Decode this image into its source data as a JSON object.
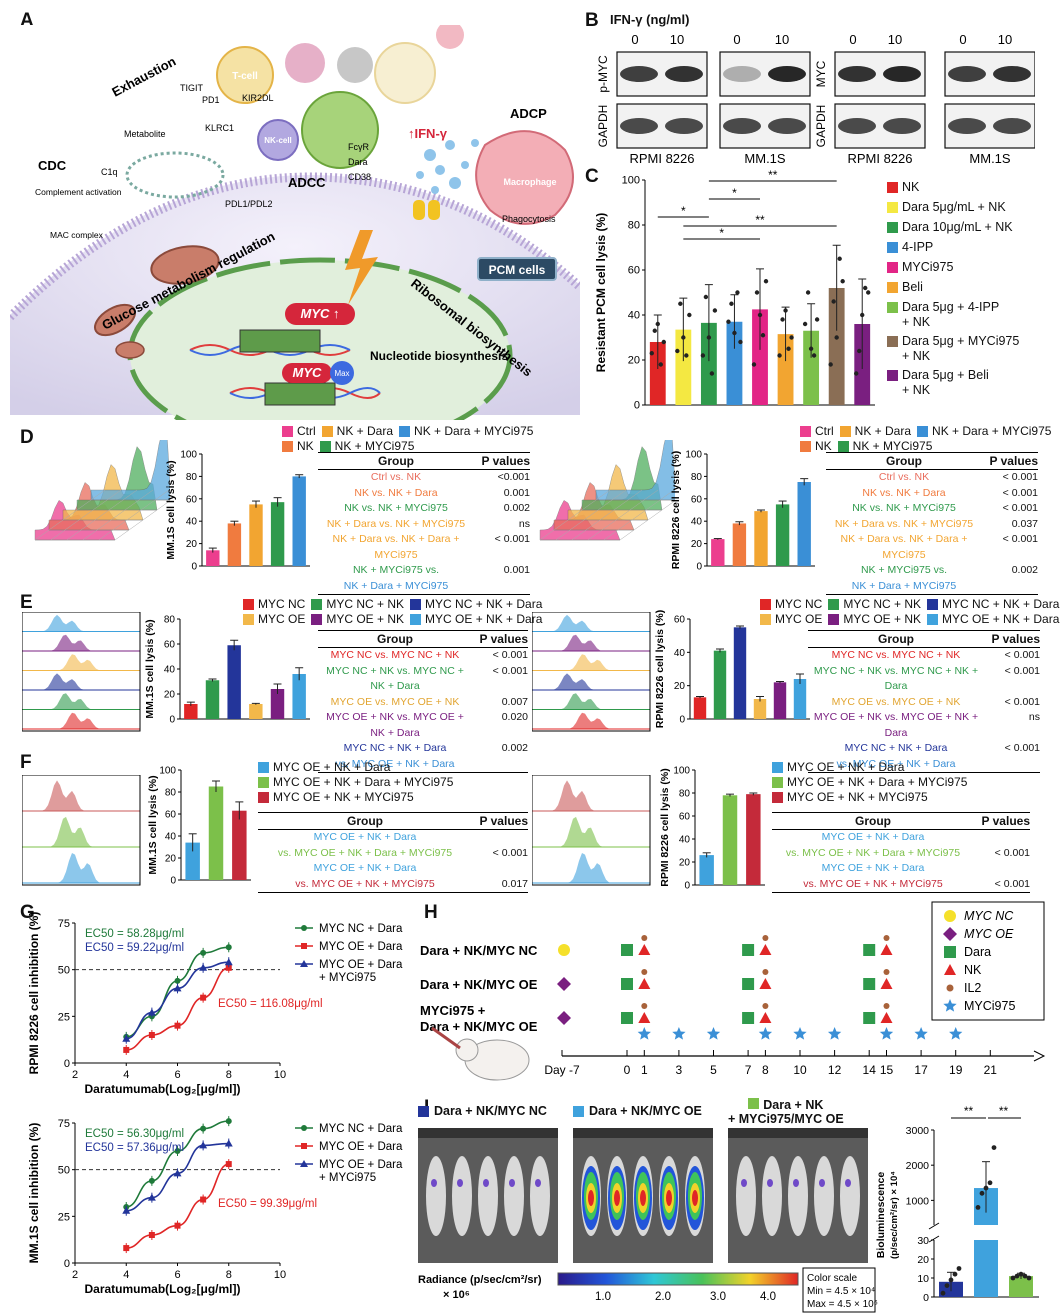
{
  "panels": {
    "A": "A",
    "B": "B",
    "C": "C",
    "D": "D",
    "E": "E",
    "F": "F",
    "G": "G",
    "H": "H",
    "I": "I"
  },
  "colors": {
    "red": "#e02626",
    "yellow": "#f4e842",
    "green": "#2f9a4c",
    "blue": "#3a8fd6",
    "magenta": "#e22586",
    "orange": "#f2a531",
    "lightgreen": "#7cc04a",
    "brown": "#8a6e55",
    "purple": "#7a1f80",
    "pink": "#ec3e8e",
    "navy": "#23359a",
    "lightblue": "#3fa2dd",
    "rose": "#e05252"
  },
  "panel_a": {
    "labels": {
      "exhaustion": "Exhaustion",
      "tigit": "TIGIT",
      "pd1": "PD1",
      "kir2dl": "KIR2DL",
      "tcell": "T-cell",
      "nkcell": "NK-cell",
      "klrc1": "KLRC1",
      "metabolite": "Metabolite",
      "cdc": "CDC",
      "c1q": "C1q",
      "complement": "Complement activation",
      "mac": "MAC complex",
      "pdl": "PDL1/PDL2",
      "adcc": "ADCC",
      "fcgr": "FcγR",
      "dara": "Dara",
      "cd38": "CD38",
      "ifn": "↑IFN-γ",
      "adcp": "ADCP",
      "macrophage": "Macrophage",
      "phago": "Phagocytosis",
      "pcm": "PCM cells",
      "glucose": "Glucose metabolism regulation",
      "ribosomal": "Ribosomal biosynthesis",
      "myc_up": "MYC ↑",
      "myc": "MYC",
      "max": "Max",
      "nucleotide": "Nucleotide biosynthesis"
    }
  },
  "panel_b": {
    "title": "IFN-γ (ng/ml)",
    "doses": [
      "0",
      "10",
      "0",
      "10",
      "0",
      "10",
      "0",
      "10"
    ],
    "rows_left": [
      "p-MYC",
      "GAPDH"
    ],
    "rows_right": [
      "MYC",
      "GAPDH"
    ],
    "cells": [
      "RPMI 8226",
      "MM.1S",
      "RPMI 8226",
      "MM.1S"
    ]
  },
  "panel_c": {
    "sig": [
      "*",
      "*",
      "**",
      "*",
      "**"
    ],
    "legend": [
      {
        "label": "NK",
        "color": "#e02626"
      },
      {
        "label": "Dara 5μg/mL + NK",
        "color": "#f4e842"
      },
      {
        "label": "Dara 10μg/mL + NK",
        "color": "#2f9a4c"
      },
      {
        "label": "4-IPP",
        "color": "#3a8fd6"
      },
      {
        "label": "MYCi975",
        "color": "#e22586"
      },
      {
        "label": "Beli",
        "color": "#f2a531"
      },
      {
        "label": "Dara 5μg + 4-IPP",
        "label2": "+ NK",
        "color": "#7cc04a"
      },
      {
        "label": "Dara 5μg + MYCi975",
        "label2": "+ NK",
        "color": "#8a6e55"
      },
      {
        "label": "Dara 5μg + Beli",
        "label2": "+ NK",
        "color": "#7a1f80"
      }
    ]
  },
  "panel_d": {
    "legend_row1": [
      "Ctrl",
      "NK + Dara",
      "NK + Dara + MYCi975"
    ],
    "legend_row2": [
      "NK",
      "NK + MYCi975"
    ],
    "table_header": [
      "Group",
      "P values"
    ],
    "rows_left": [
      [
        "Ctrl vs. NK",
        "<0.001"
      ],
      [
        "NK vs. NK + Dara",
        "0.001"
      ],
      [
        "NK vs. NK + MYCi975",
        "0.002"
      ],
      [
        "NK + Dara vs. NK + MYCi975",
        "ns"
      ],
      [
        "NK + Dara vs. NK + Dara + MYCi975",
        "< 0.001"
      ],
      [
        "NK + MYCi975 vs.",
        "0.001"
      ],
      [
        "NK + Dara + MYCi975",
        ""
      ]
    ],
    "rows_right": [
      [
        "Ctrl vs. NK",
        "< 0.001"
      ],
      [
        "NK vs. NK + Dara",
        "< 0.001"
      ],
      [
        "NK vs. NK + MYCi975",
        "< 0.001"
      ],
      [
        "NK + Dara vs. NK + MYCi975",
        "0.037"
      ],
      [
        "NK + Dara vs. NK + Dara + MYCi975",
        "< 0.001"
      ],
      [
        "NK + MYCi975 vs.",
        "0.002"
      ],
      [
        "NK + Dara + MYCi975",
        ""
      ]
    ]
  },
  "panel_e": {
    "legend_row1": [
      "MYC NC",
      "MYC NC + NK",
      "MYC NC + NK + Dara"
    ],
    "legend_row2": [
      "MYC OE",
      "MYC OE + NK",
      "MYC OE + NK + Dara"
    ],
    "table_header": [
      "Group",
      "P values"
    ],
    "rows_left": [
      [
        "MYC NC vs. MYC NC + NK",
        "< 0.001"
      ],
      [
        "MYC NC + NK vs. MYC NC + NK + Dara",
        "< 0.001"
      ],
      [
        "MYC OE vs. MYC OE + NK",
        "0.007"
      ],
      [
        "MYC OE + NK vs. MYC OE + NK + Dara",
        "0.020"
      ],
      [
        "MYC NC + NK + Dara",
        "0.002"
      ],
      [
        "vs. MYC OE + NK + Dara",
        ""
      ]
    ],
    "rows_right": [
      [
        "MYC NC vs. MYC NC + NK",
        "< 0.001"
      ],
      [
        "MYC NC + NK vs. MYC NC + NK + Dara",
        "< 0.001"
      ],
      [
        "MYC OE vs. MYC OE + NK",
        "< 0.001"
      ],
      [
        "MYC OE + NK vs. MYC OE + NK + Dara",
        "ns"
      ],
      [
        "MYC NC + NK + Dara",
        "< 0.001"
      ],
      [
        "vs. MYC OE + NK + Dara",
        ""
      ]
    ]
  },
  "panel_f": {
    "legend": [
      "MYC OE + NK + Dara",
      "MYC OE + NK + Dara + MYCi975",
      "MYC OE + NK + MYCi975"
    ],
    "table_header": [
      "Group",
      "P values"
    ],
    "rows_left": [
      [
        "MYC OE + NK + Dara",
        ""
      ],
      [
        "vs. MYC OE + NK + Dara + MYCi975",
        "< 0.001"
      ],
      [
        "MYC OE + NK + Dara",
        ""
      ],
      [
        "vs. MYC OE + NK + MYCi975",
        "0.017"
      ]
    ],
    "rows_right": [
      [
        "MYC OE + NK + Dara",
        ""
      ],
      [
        "vs. MYC OE + NK + Dara + MYCi975",
        "< 0.001"
      ],
      [
        "MYC OE + NK + Dara",
        ""
      ],
      [
        "vs. MYC OE + NK + MYCi975",
        "< 0.001"
      ]
    ]
  },
  "panel_g": {
    "legend": [
      "MYC NC + Dara",
      "MYC OE + Dara",
      "MYC OE + Dara",
      "+ MYCi975"
    ],
    "top": {
      "ec50_nc": "EC50 = 58.28μg/ml",
      "ec50_oe_myci": "EC50 = 59.22μg/ml",
      "ec50_oe": "EC50 = 116.08μg/ml"
    },
    "bottom": {
      "ec50_nc": "EC50 = 56.30μg/ml",
      "ec50_oe_myci": "EC50 = 57.36μg/ml",
      "ec50_oe": "EC50 = 99.39μg/ml"
    }
  },
  "panel_h": {
    "groups": [
      "Dara + NK/MYC NC",
      "Dara + NK/MYC OE",
      "MYCi975 +",
      "Dara + NK/MYC OE"
    ],
    "legend": [
      "MYC NC",
      "MYC OE",
      "Dara",
      "NK",
      "IL2",
      "MYCi975"
    ],
    "days": [
      "Day -7",
      "0",
      "1",
      "3",
      "5",
      "7",
      "8",
      "10",
      "12",
      "14",
      "15",
      "17",
      "19",
      "21"
    ]
  },
  "panel_i": {
    "groups": [
      "Dara + NK/MYC NC",
      "Dara + NK/MYC OE",
      "Dara + NK",
      "+ MYCi975/MYC OE"
    ],
    "radiance_label": "Radiance (p/sec/cm²/sr)",
    "radiance_unit": "× 10⁶",
    "color_scale": [
      "Color scale",
      "Min = 4.5 × 10⁴",
      "Max = 4.5 × 10⁶"
    ],
    "sig": [
      "**",
      "**"
    ]
  },
  "chart_data": [
    {
      "id": "C",
      "type": "bar",
      "ylabel": "Resistant PCM cell lysis (%)",
      "ylim": [
        0,
        100
      ],
      "yticks": [
        0,
        20,
        40,
        60,
        80,
        100
      ],
      "categories": [
        "NK",
        "Dara 5μg/mL + NK",
        "Dara 10μg/mL + NK",
        "4-IPP",
        "MYCi975",
        "Beli",
        "Dara 5μg + 4-IPP + NK",
        "Dara 5μg + MYCi975 + NK",
        "Dara 5μg + Beli + NK"
      ],
      "values": [
        28,
        33.5,
        36.5,
        37,
        42.5,
        31.5,
        33,
        52,
        36
      ],
      "errors": [
        12,
        14,
        17,
        12,
        18,
        12,
        12,
        19,
        20
      ],
      "points": [
        [
          23,
          33,
          36,
          18,
          28
        ],
        [
          24,
          45,
          30,
          22,
          40
        ],
        [
          22,
          48,
          30,
          14,
          42
        ],
        [
          37,
          45,
          32,
          50,
          28
        ],
        [
          18,
          50,
          40,
          31,
          55
        ],
        [
          22,
          38,
          42,
          25,
          30
        ],
        [
          36,
          50,
          25,
          22,
          38
        ],
        [
          18,
          46,
          30,
          65,
          55
        ],
        [
          14,
          24,
          40,
          52,
          50
        ]
      ]
    },
    {
      "id": "D-left",
      "type": "bar",
      "ylabel": "MM.1S cell lysis (%)",
      "ylim": [
        0,
        100
      ],
      "yticks": [
        0,
        20,
        40,
        60,
        80,
        100
      ],
      "categories": [
        "Ctrl",
        "NK",
        "NK + Dara",
        "NK + MYCi975",
        "NK + Dara + MYCi975"
      ],
      "values": [
        14,
        38,
        55,
        57,
        80
      ],
      "errors": [
        2,
        2,
        3,
        4,
        1.5
      ]
    },
    {
      "id": "D-right",
      "type": "bar",
      "ylabel": "RPMI 8226 cell lysis (%)",
      "ylim": [
        0,
        100
      ],
      "yticks": [
        0,
        20,
        40,
        60,
        80,
        100
      ],
      "categories": [
        "Ctrl",
        "NK",
        "NK + Dara",
        "NK + MYCi975",
        "NK + Dara + MYCi975"
      ],
      "values": [
        24,
        38,
        49,
        55,
        75
      ],
      "errors": [
        0.5,
        1.5,
        1,
        3,
        3
      ]
    },
    {
      "id": "E-left",
      "type": "bar",
      "ylabel": "MM.1S cell lysis (%)",
      "ylim": [
        0,
        80
      ],
      "yticks": [
        0,
        20,
        40,
        60,
        80
      ],
      "categories": [
        "MYC NC",
        "MYC NC + NK",
        "MYC NC + NK + Dara",
        "MYC OE",
        "MYC OE + NK",
        "MYC OE + NK + Dara"
      ],
      "values": [
        12,
        31,
        59,
        12,
        24,
        36
      ],
      "errors": [
        1.5,
        1,
        4,
        0.5,
        4,
        5
      ]
    },
    {
      "id": "E-right",
      "type": "bar",
      "ylabel": "RPMI 8226 cell lysis (%)",
      "ylim": [
        0,
        60
      ],
      "yticks": [
        0,
        20,
        40,
        60
      ],
      "categories": [
        "MYC NC",
        "MYC NC + NK",
        "MYC NC + NK + Dara",
        "MYC OE",
        "MYC OE + NK",
        "MYC OE + NK + Dara"
      ],
      "values": [
        13,
        41,
        55,
        12,
        22,
        24
      ],
      "errors": [
        0.5,
        1,
        0.8,
        1.5,
        0.5,
        3
      ]
    },
    {
      "id": "F-left",
      "type": "bar",
      "ylabel": "MM.1S cell lysis (%)",
      "ylim": [
        0,
        100
      ],
      "yticks": [
        0,
        20,
        40,
        60,
        80,
        100
      ],
      "categories": [
        "MYC OE + NK + Dara",
        "MYC OE + NK + Dara + MYCi975",
        "MYC OE + NK + MYCi975"
      ],
      "values": [
        34,
        85,
        63
      ],
      "errors": [
        8,
        5,
        8
      ]
    },
    {
      "id": "F-right",
      "type": "bar",
      "ylabel": "RPMI 8226 cell lysis (%)",
      "ylim": [
        0,
        100
      ],
      "yticks": [
        0,
        20,
        40,
        60,
        80,
        100
      ],
      "categories": [
        "MYC OE + NK + Dara",
        "MYC OE + NK + Dara + MYCi975",
        "MYC OE + NK + MYCi975"
      ],
      "values": [
        26,
        78,
        79
      ],
      "errors": [
        2,
        1,
        1
      ]
    },
    {
      "id": "G-top",
      "type": "line",
      "title": "",
      "ylabel": "RPMI 8226 cell inhibition (%)",
      "xlabel": "Daratumumab(Log₂[μg/ml])",
      "xlim": [
        2,
        10
      ],
      "ylim": [
        0,
        75
      ],
      "xticks": [
        2,
        4,
        6,
        8,
        10
      ],
      "yticks": [
        0,
        25,
        50,
        75
      ],
      "series": [
        {
          "name": "MYC NC + Dara",
          "x": [
            4,
            5,
            6,
            7,
            8
          ],
          "y": [
            14,
            25,
            44,
            59,
            62
          ]
        },
        {
          "name": "MYC OE + Dara",
          "x": [
            4,
            5,
            6,
            7,
            8
          ],
          "y": [
            7,
            15,
            20,
            35,
            51
          ]
        },
        {
          "name": "MYC OE + Dara + MYCi975",
          "x": [
            4,
            5,
            6,
            7,
            8
          ],
          "y": [
            13,
            27,
            40,
            51,
            54
          ]
        }
      ]
    },
    {
      "id": "G-bottom",
      "type": "line",
      "ylabel": "MM.1S cell inhibition (%)",
      "xlabel": "Daratumumab(Log₂[μg/ml])",
      "xlim": [
        2,
        10
      ],
      "ylim": [
        0,
        75
      ],
      "xticks": [
        2,
        4,
        6,
        8,
        10
      ],
      "yticks": [
        0,
        25,
        50,
        75
      ],
      "series": [
        {
          "name": "MYC NC + Dara",
          "x": [
            4,
            5,
            6,
            7,
            8
          ],
          "y": [
            30,
            44,
            60,
            72,
            76
          ]
        },
        {
          "name": "MYC OE + Dara",
          "x": [
            4,
            5,
            6,
            7,
            8
          ],
          "y": [
            8,
            15,
            20,
            34,
            53
          ]
        },
        {
          "name": "MYC OE + Dara + MYCi975",
          "x": [
            4,
            5,
            6,
            7,
            8
          ],
          "y": [
            28,
            35,
            48,
            63,
            64
          ]
        }
      ]
    },
    {
      "id": "I-bar",
      "type": "bar",
      "ylabel": "Bioluminescence (p/sec/cm²/sr) × 10⁴",
      "yticks_lower": [
        0,
        10,
        20,
        30
      ],
      "yticks_upper": [
        1000,
        2000,
        3000
      ],
      "categories": [
        "Dara + NK/MYC NC",
        "Dara + NK/MYC OE",
        "Dara + NK + MYCi975/MYC OE"
      ],
      "values": [
        8,
        1350,
        11
      ],
      "errors": [
        5,
        700,
        1.5
      ]
    }
  ]
}
